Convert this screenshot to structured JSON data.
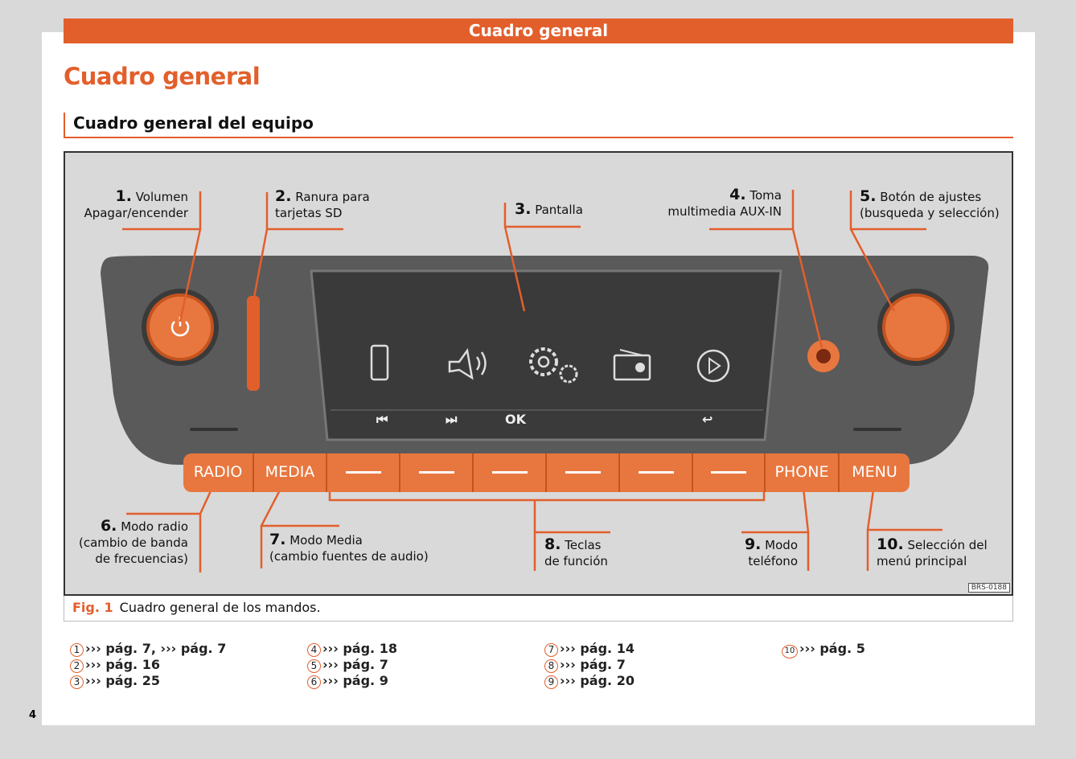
{
  "header": {
    "bar_title": "Cuadro general",
    "page_title": "Cuadro general",
    "section_title": "Cuadro general del equipo"
  },
  "figure": {
    "labels": [
      {
        "num": "1.",
        "lines": [
          "Volumen",
          "Apagar/encender"
        ]
      },
      {
        "num": "2.",
        "lines": [
          "Ranura para",
          "tarjetas SD"
        ]
      },
      {
        "num": "3.",
        "lines": [
          "Pantalla"
        ]
      },
      {
        "num": "4.",
        "lines": [
          "Toma",
          "multimedia AUX-IN"
        ]
      },
      {
        "num": "5.",
        "lines": [
          "Botón de ajustes",
          "(busqueda y selección)"
        ]
      },
      {
        "num": "6.",
        "lines": [
          "Modo radio",
          "(cambio de banda",
          "de frecuencias)"
        ]
      },
      {
        "num": "7.",
        "lines": [
          "Modo Media",
          "(cambio fuentes de audio)"
        ]
      },
      {
        "num": "8.",
        "lines": [
          "Teclas",
          "de función"
        ]
      },
      {
        "num": "9.",
        "lines": [
          "Modo",
          "teléfono"
        ]
      },
      {
        "num": "10.",
        "lines": [
          "Selección del",
          "menú principal"
        ]
      }
    ],
    "buttons": {
      "radio": "RADIO",
      "media": "MEDIA",
      "phone": "PHONE",
      "menu": "MENU"
    },
    "softkeys": {
      "prev": "⏮",
      "next": "⏭",
      "ok": "OK",
      "back": "↩"
    },
    "code": "BRS-0188",
    "caption_fig": "Fig. 1",
    "caption_text": "Cuadro general de los mandos."
  },
  "refs": [
    {
      "n": "1",
      "text": "››› pág. 7, ››› pág. 7"
    },
    {
      "n": "2",
      "text": "››› pág. 16"
    },
    {
      "n": "3",
      "text": "››› pág. 25"
    },
    {
      "n": "4",
      "text": "››› pág. 18"
    },
    {
      "n": "5",
      "text": "››› pág. 7"
    },
    {
      "n": "6",
      "text": "››› pág. 9"
    },
    {
      "n": "7",
      "text": "››› pág. 14"
    },
    {
      "n": "8",
      "text": "››› pág. 7"
    },
    {
      "n": "9",
      "text": "››› pág. 20"
    },
    {
      "n": "10",
      "text": "››› pág. 5"
    }
  ],
  "page_number": "4"
}
